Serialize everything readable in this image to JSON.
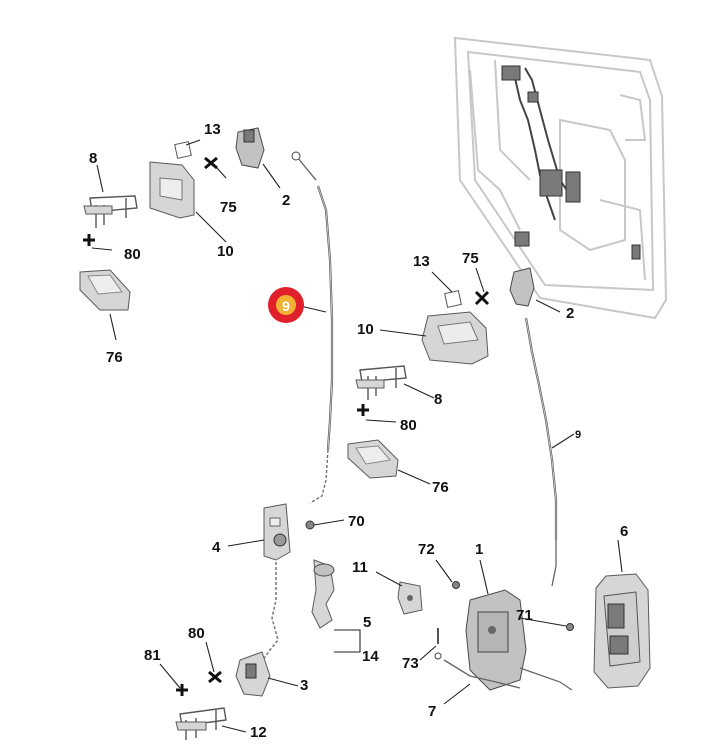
{
  "diagram": {
    "labels": {
      "l8a": "8",
      "l13a": "13",
      "l75a": "75",
      "l2a": "2",
      "l80a": "80",
      "l10a": "10",
      "l76a": "76",
      "l9a": "9",
      "l13b": "13",
      "l75b": "75",
      "l2b": "2",
      "l10b": "10",
      "l8b": "8",
      "l80b": "80",
      "l76b": "76",
      "l9b": "9",
      "l70": "70",
      "l4": "4",
      "l6": "6",
      "l72": "72",
      "l1": "1",
      "l11": "11",
      "l5": "5",
      "l14": "14",
      "l71": "71",
      "l80c": "80",
      "l73": "73",
      "l81": "81",
      "l3": "3",
      "l7": "7",
      "l12": "12"
    },
    "highlight": {
      "label": "9",
      "color": "#e0202a",
      "fill": "#f2b233"
    }
  }
}
